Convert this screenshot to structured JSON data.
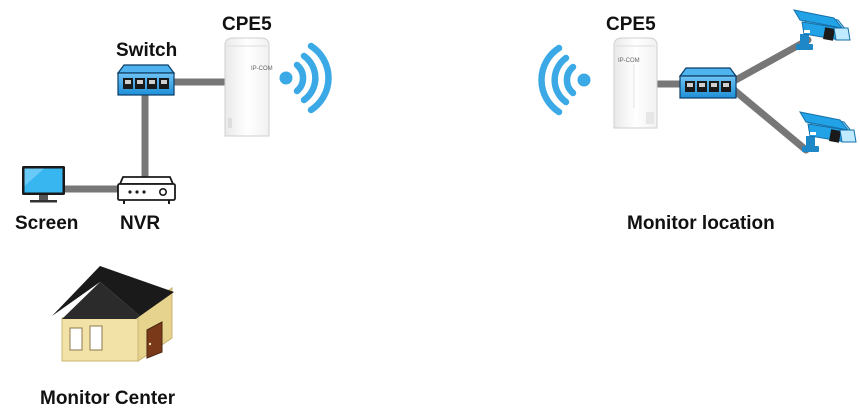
{
  "labels": {
    "cpe_left": "CPE5",
    "switch": "Switch",
    "screen": "Screen",
    "nvr": "NVR",
    "monitor_center": "Monitor Center",
    "cpe_right": "CPE5",
    "monitor_location": "Monitor location"
  },
  "cpe_brand_text": "IP-COM",
  "colors": {
    "cable": "#777777",
    "wifi": "#3aa9e6",
    "switch_body": "#1e8fd8",
    "camera": "#22a3e8",
    "roof": "#1a1a1a",
    "house_wall": "#f3e2a7",
    "door": "#7a3a1a"
  },
  "icons": [
    "switch-icon",
    "cpe-icon",
    "wifi-icon",
    "monitor-icon",
    "nvr-icon",
    "house-icon",
    "camera-icon"
  ]
}
